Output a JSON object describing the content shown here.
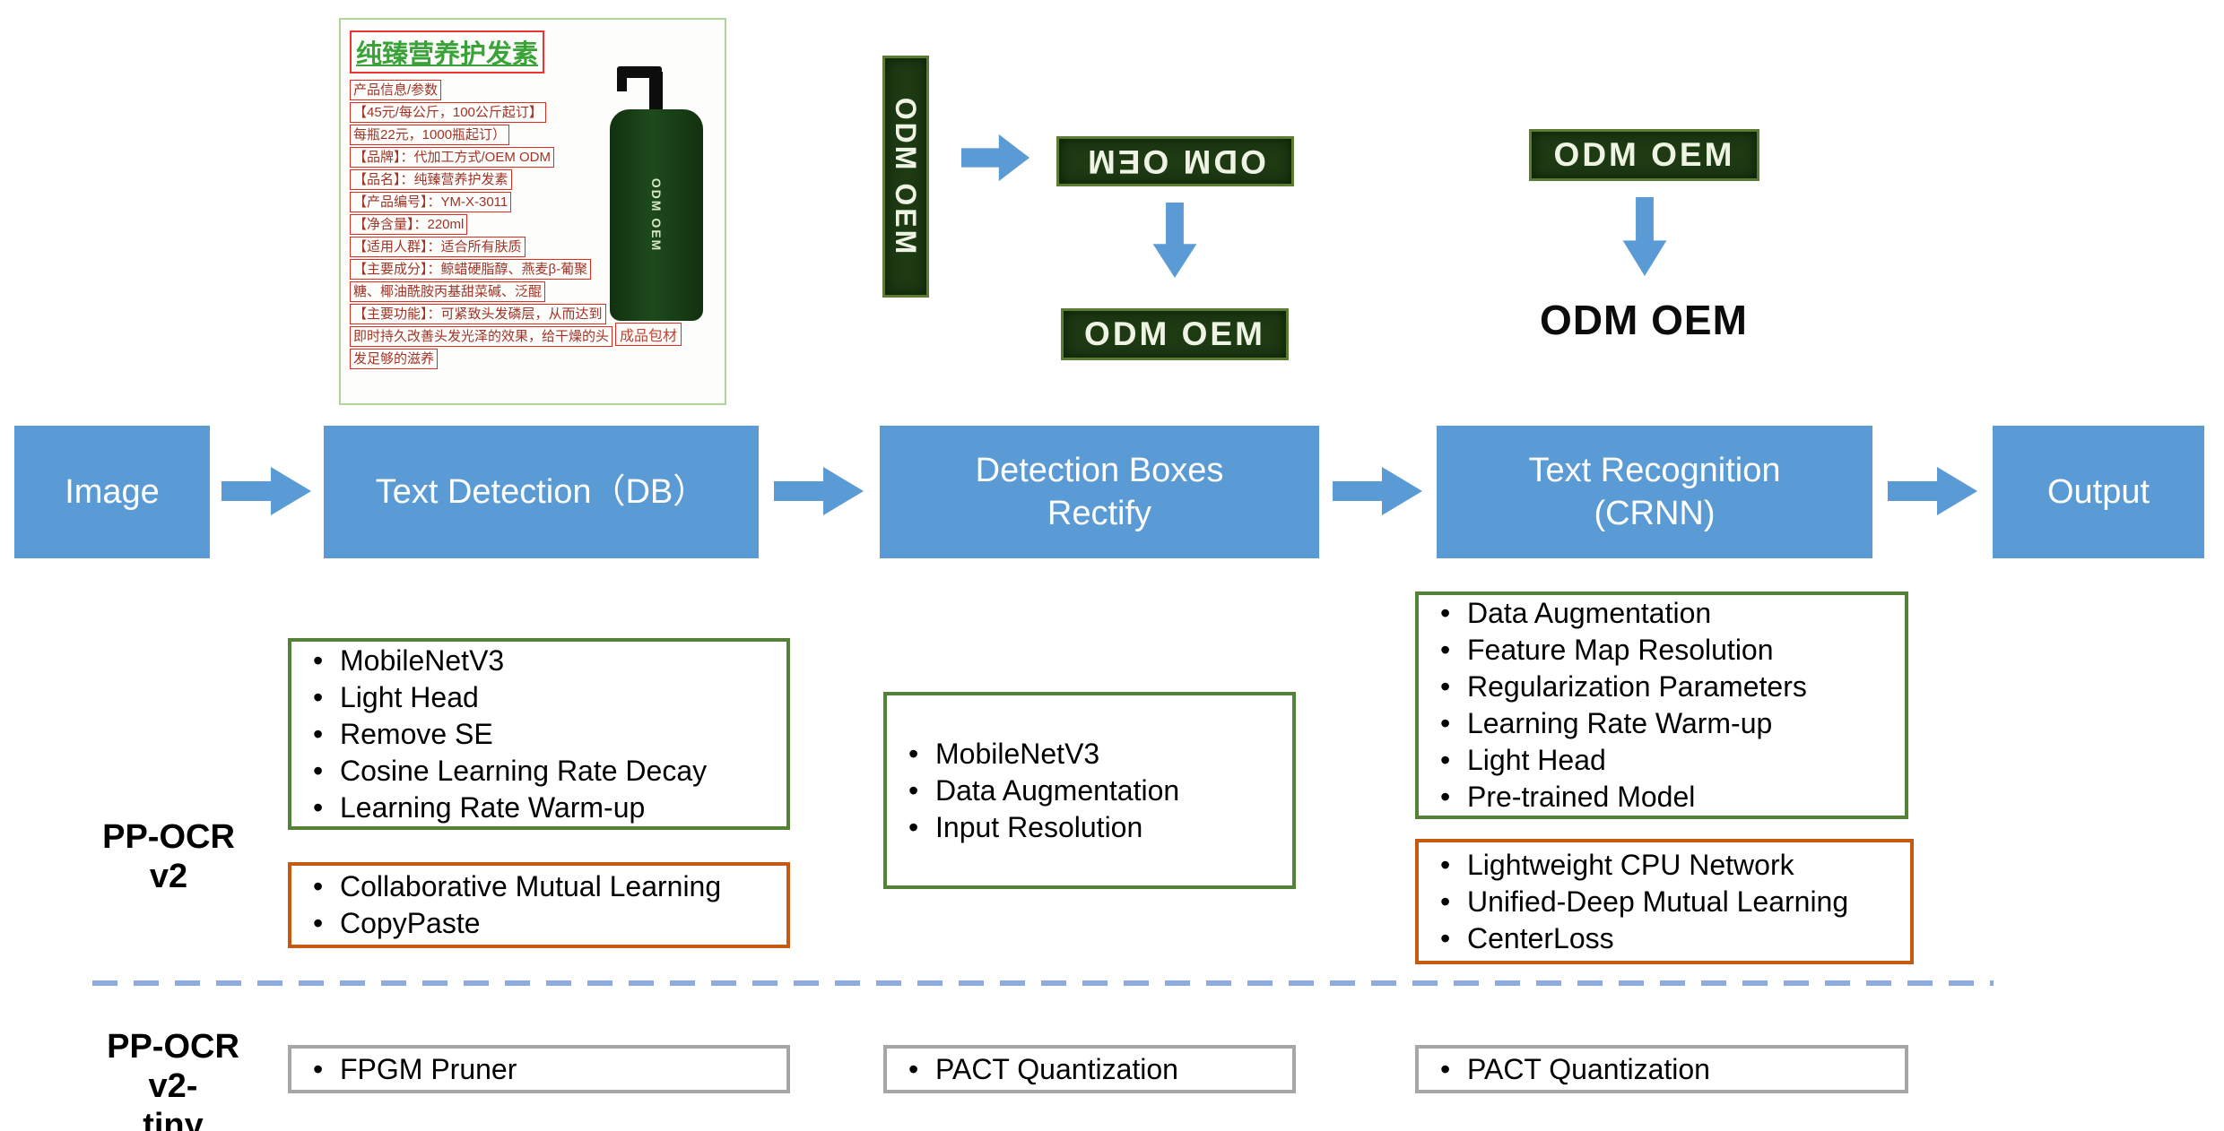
{
  "colors": {
    "stage_blue": "#5B9BD5",
    "green_border": "#538135",
    "orange_border": "#C55A11",
    "gray_border": "#A6A6A6",
    "dashed_line": "#8FAADC",
    "crop_background": "#1d3a13"
  },
  "samples": {
    "product": {
      "title": "纯臻营养护发素",
      "lines": [
        "产品信息/参数",
        "【45元/每公斤，100公斤起订】",
        "每瓶22元，1000瓶起订）",
        "【品牌】：代加工方式/OEM ODM",
        "【品名】：纯臻营养护发素",
        "【产品编号】：YM-X-3011",
        "【净含量】：220ml",
        "【适用人群】：适合所有肤质",
        "【主要成分】：鲸蜡硬脂醇、燕麦β-葡聚",
        "糖、椰油酰胺丙基甜菜碱、泛醌",
        "【主要功能】：可紧致头发磷层，从而达到",
        "即时持久改善头发光泽的效果，给干燥的头",
        "发足够的滋养"
      ],
      "side_note": "成品包材",
      "bottle_label": "ODM OEM"
    },
    "crops": {
      "vertical": "ODM OEM",
      "flipped": "ODM OEM",
      "rectified": "ODM OEM",
      "recognition_input": "ODM OEM",
      "recognition_output": "ODM OEM"
    }
  },
  "pipeline": {
    "stages": [
      {
        "lines": [
          "Image"
        ]
      },
      {
        "lines": [
          "Text Detection（DB）"
        ]
      },
      {
        "lines": [
          "Detection Boxes",
          "Rectify"
        ]
      },
      {
        "lines": [
          "Text Recognition",
          "(CRNN)"
        ]
      },
      {
        "lines": [
          "Output"
        ]
      }
    ]
  },
  "ppocr_v2": {
    "label": "PP-OCR v2",
    "detection_main": [
      "MobileNetV3",
      "Light Head",
      "Remove SE",
      "Cosine Learning Rate Decay",
      "Learning Rate Warm-up"
    ],
    "detection_extra": [
      "Collaborative Mutual Learning",
      "CopyPaste"
    ],
    "rectify_main": [
      "MobileNetV3",
      "Data Augmentation",
      "Input Resolution"
    ],
    "recognition_main": [
      "Data Augmentation",
      "Feature Map Resolution",
      "Regularization Parameters",
      "Learning Rate Warm-up",
      "Light Head",
      "Pre-trained Model"
    ],
    "recognition_extra": [
      "Lightweight CPU Network",
      "Unified-Deep Mutual Learning",
      "CenterLoss"
    ]
  },
  "ppocr_v2_tiny": {
    "label_lines": [
      "PP-OCR v2-",
      "tiny"
    ],
    "detection": [
      "FPGM Pruner"
    ],
    "rectify": [
      "PACT Quantization"
    ],
    "recognition": [
      "PACT Quantization"
    ]
  }
}
